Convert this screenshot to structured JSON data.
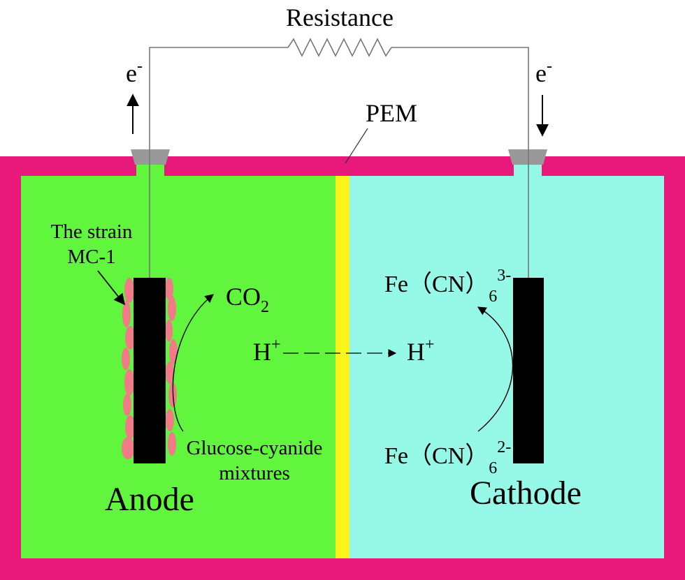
{
  "title": "Resistance",
  "labels": {
    "electron_left": "e",
    "electron_right": "e",
    "electron_charge": "-",
    "pem": "PEM",
    "strain_line1": "The strain",
    "strain_line2": "MC-1",
    "co2_main": "CO",
    "co2_sub": "2",
    "proton_left": "H",
    "proton_right": "H",
    "proton_charge": "+",
    "fe3_main": "Fe（CN）",
    "fe3_sub": "6",
    "fe3_sup": "3-",
    "fe2_main": "Fe（CN）",
    "fe2_sub": "6",
    "fe2_sup": "2-",
    "substrate_line1": "Glucose-cyanide",
    "substrate_line2": "mixtures",
    "anode": "Anode",
    "cathode": "Cathode"
  },
  "colors": {
    "container": "#e8197a",
    "anode_chamber": "#62f53e",
    "cathode_chamber": "#96f8e6",
    "membrane": "#f8f41c",
    "electrode": "#000000",
    "bacteria": "#f07a86",
    "wire": "#777777",
    "cap": "#999999"
  }
}
